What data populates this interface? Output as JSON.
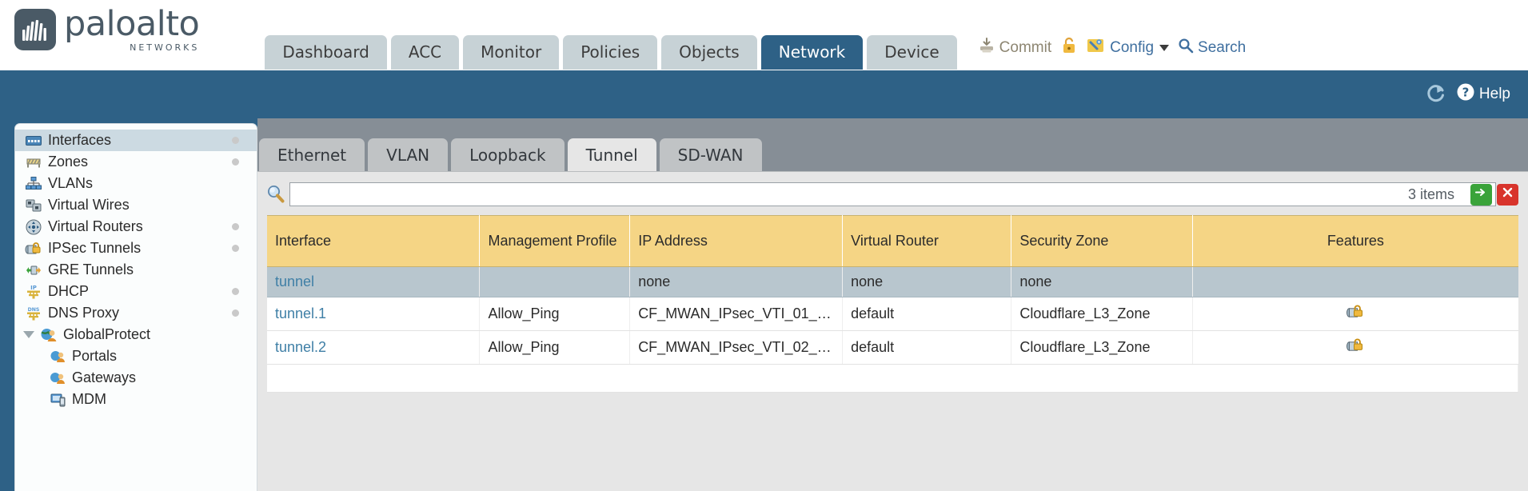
{
  "brand": {
    "name": "paloalto",
    "tagline": "NETWORKS",
    "logo_icon": "paloalto-logo-icon"
  },
  "nav_tabs": [
    {
      "label": "Dashboard",
      "active": false
    },
    {
      "label": "ACC",
      "active": false
    },
    {
      "label": "Monitor",
      "active": false
    },
    {
      "label": "Policies",
      "active": false
    },
    {
      "label": "Objects",
      "active": false
    },
    {
      "label": "Network",
      "active": true
    },
    {
      "label": "Device",
      "active": false
    }
  ],
  "header_actions": {
    "commit_label": "Commit",
    "commit_icon": "commit-download-icon",
    "lock_icon": "padlock-icon",
    "config_label": "Config",
    "config_icon": "config-key-icon",
    "config_caret": "chevron-down-icon",
    "search_label": "Search",
    "search_icon": "search-magnifier-icon"
  },
  "blueband": {
    "refresh_icon": "refresh-icon",
    "help_label": "Help",
    "help_icon": "help-question-icon"
  },
  "sidebar": {
    "items": [
      {
        "label": "Interfaces",
        "icon": "interfaces-icon",
        "selected": true,
        "dot": true,
        "child": false,
        "expander": false
      },
      {
        "label": "Zones",
        "icon": "zones-icon",
        "selected": false,
        "dot": true,
        "child": false,
        "expander": false
      },
      {
        "label": "VLANs",
        "icon": "vlans-icon",
        "selected": false,
        "dot": false,
        "child": false,
        "expander": false
      },
      {
        "label": "Virtual Wires",
        "icon": "virtual-wires-icon",
        "selected": false,
        "dot": false,
        "child": false,
        "expander": false
      },
      {
        "label": "Virtual Routers",
        "icon": "virtual-routers-icon",
        "selected": false,
        "dot": true,
        "child": false,
        "expander": false
      },
      {
        "label": "IPSec Tunnels",
        "icon": "ipsec-tunnels-icon",
        "selected": false,
        "dot": true,
        "child": false,
        "expander": false
      },
      {
        "label": "GRE Tunnels",
        "icon": "gre-tunnels-icon",
        "selected": false,
        "dot": false,
        "child": false,
        "expander": false
      },
      {
        "label": "DHCP",
        "icon": "dhcp-icon",
        "selected": false,
        "dot": true,
        "child": false,
        "expander": false
      },
      {
        "label": "DNS Proxy",
        "icon": "dns-proxy-icon",
        "selected": false,
        "dot": true,
        "child": false,
        "expander": false
      },
      {
        "label": "GlobalProtect",
        "icon": "globalprotect-icon",
        "selected": false,
        "dot": false,
        "child": false,
        "expander": true
      },
      {
        "label": "Portals",
        "icon": "portals-icon",
        "selected": false,
        "dot": false,
        "child": true,
        "expander": false
      },
      {
        "label": "Gateways",
        "icon": "gateways-icon",
        "selected": false,
        "dot": false,
        "child": true,
        "expander": false
      },
      {
        "label": "MDM",
        "icon": "mdm-icon",
        "selected": false,
        "dot": false,
        "child": true,
        "expander": false
      }
    ]
  },
  "subtabs": [
    {
      "label": "Ethernet",
      "active": false
    },
    {
      "label": "VLAN",
      "active": false
    },
    {
      "label": "Loopback",
      "active": false
    },
    {
      "label": "Tunnel",
      "active": true
    },
    {
      "label": "SD-WAN",
      "active": false
    }
  ],
  "search": {
    "value": "",
    "placeholder": "",
    "icon": "search-magnifier-icon",
    "items_count": "3 items",
    "apply_icon": "apply-arrow-icon",
    "clear_icon": "clear-cross-icon",
    "apply_color": "#3aa33a",
    "clear_color": "#d8342c"
  },
  "table": {
    "columns": [
      "Interface",
      "Management Profile",
      "IP Address",
      "Virtual Router",
      "Security Zone",
      "Features"
    ],
    "rows": [
      {
        "interface": "tunnel",
        "management_profile": "",
        "ip_address": "none",
        "virtual_router": "none",
        "security_zone": "none",
        "features_icon": "",
        "selected": true
      },
      {
        "interface": "tunnel.1",
        "management_profile": "Allow_Ping",
        "ip_address": "CF_MWAN_IPsec_VTI_01_…",
        "virtual_router": "default",
        "security_zone": "Cloudflare_L3_Zone",
        "features_icon": "ipsec-lock-icon",
        "selected": false
      },
      {
        "interface": "tunnel.2",
        "management_profile": "Allow_Ping",
        "ip_address": "CF_MWAN_IPsec_VTI_02_…",
        "virtual_router": "default",
        "security_zone": "Cloudflare_L3_Zone",
        "features_icon": "ipsec-lock-icon",
        "selected": false
      }
    ]
  },
  "colors": {
    "brand_blue": "#2e6186",
    "header_yellow": "#f5d585",
    "selected_row": "#b8c6ce",
    "link_blue": "#3f7fa6"
  }
}
